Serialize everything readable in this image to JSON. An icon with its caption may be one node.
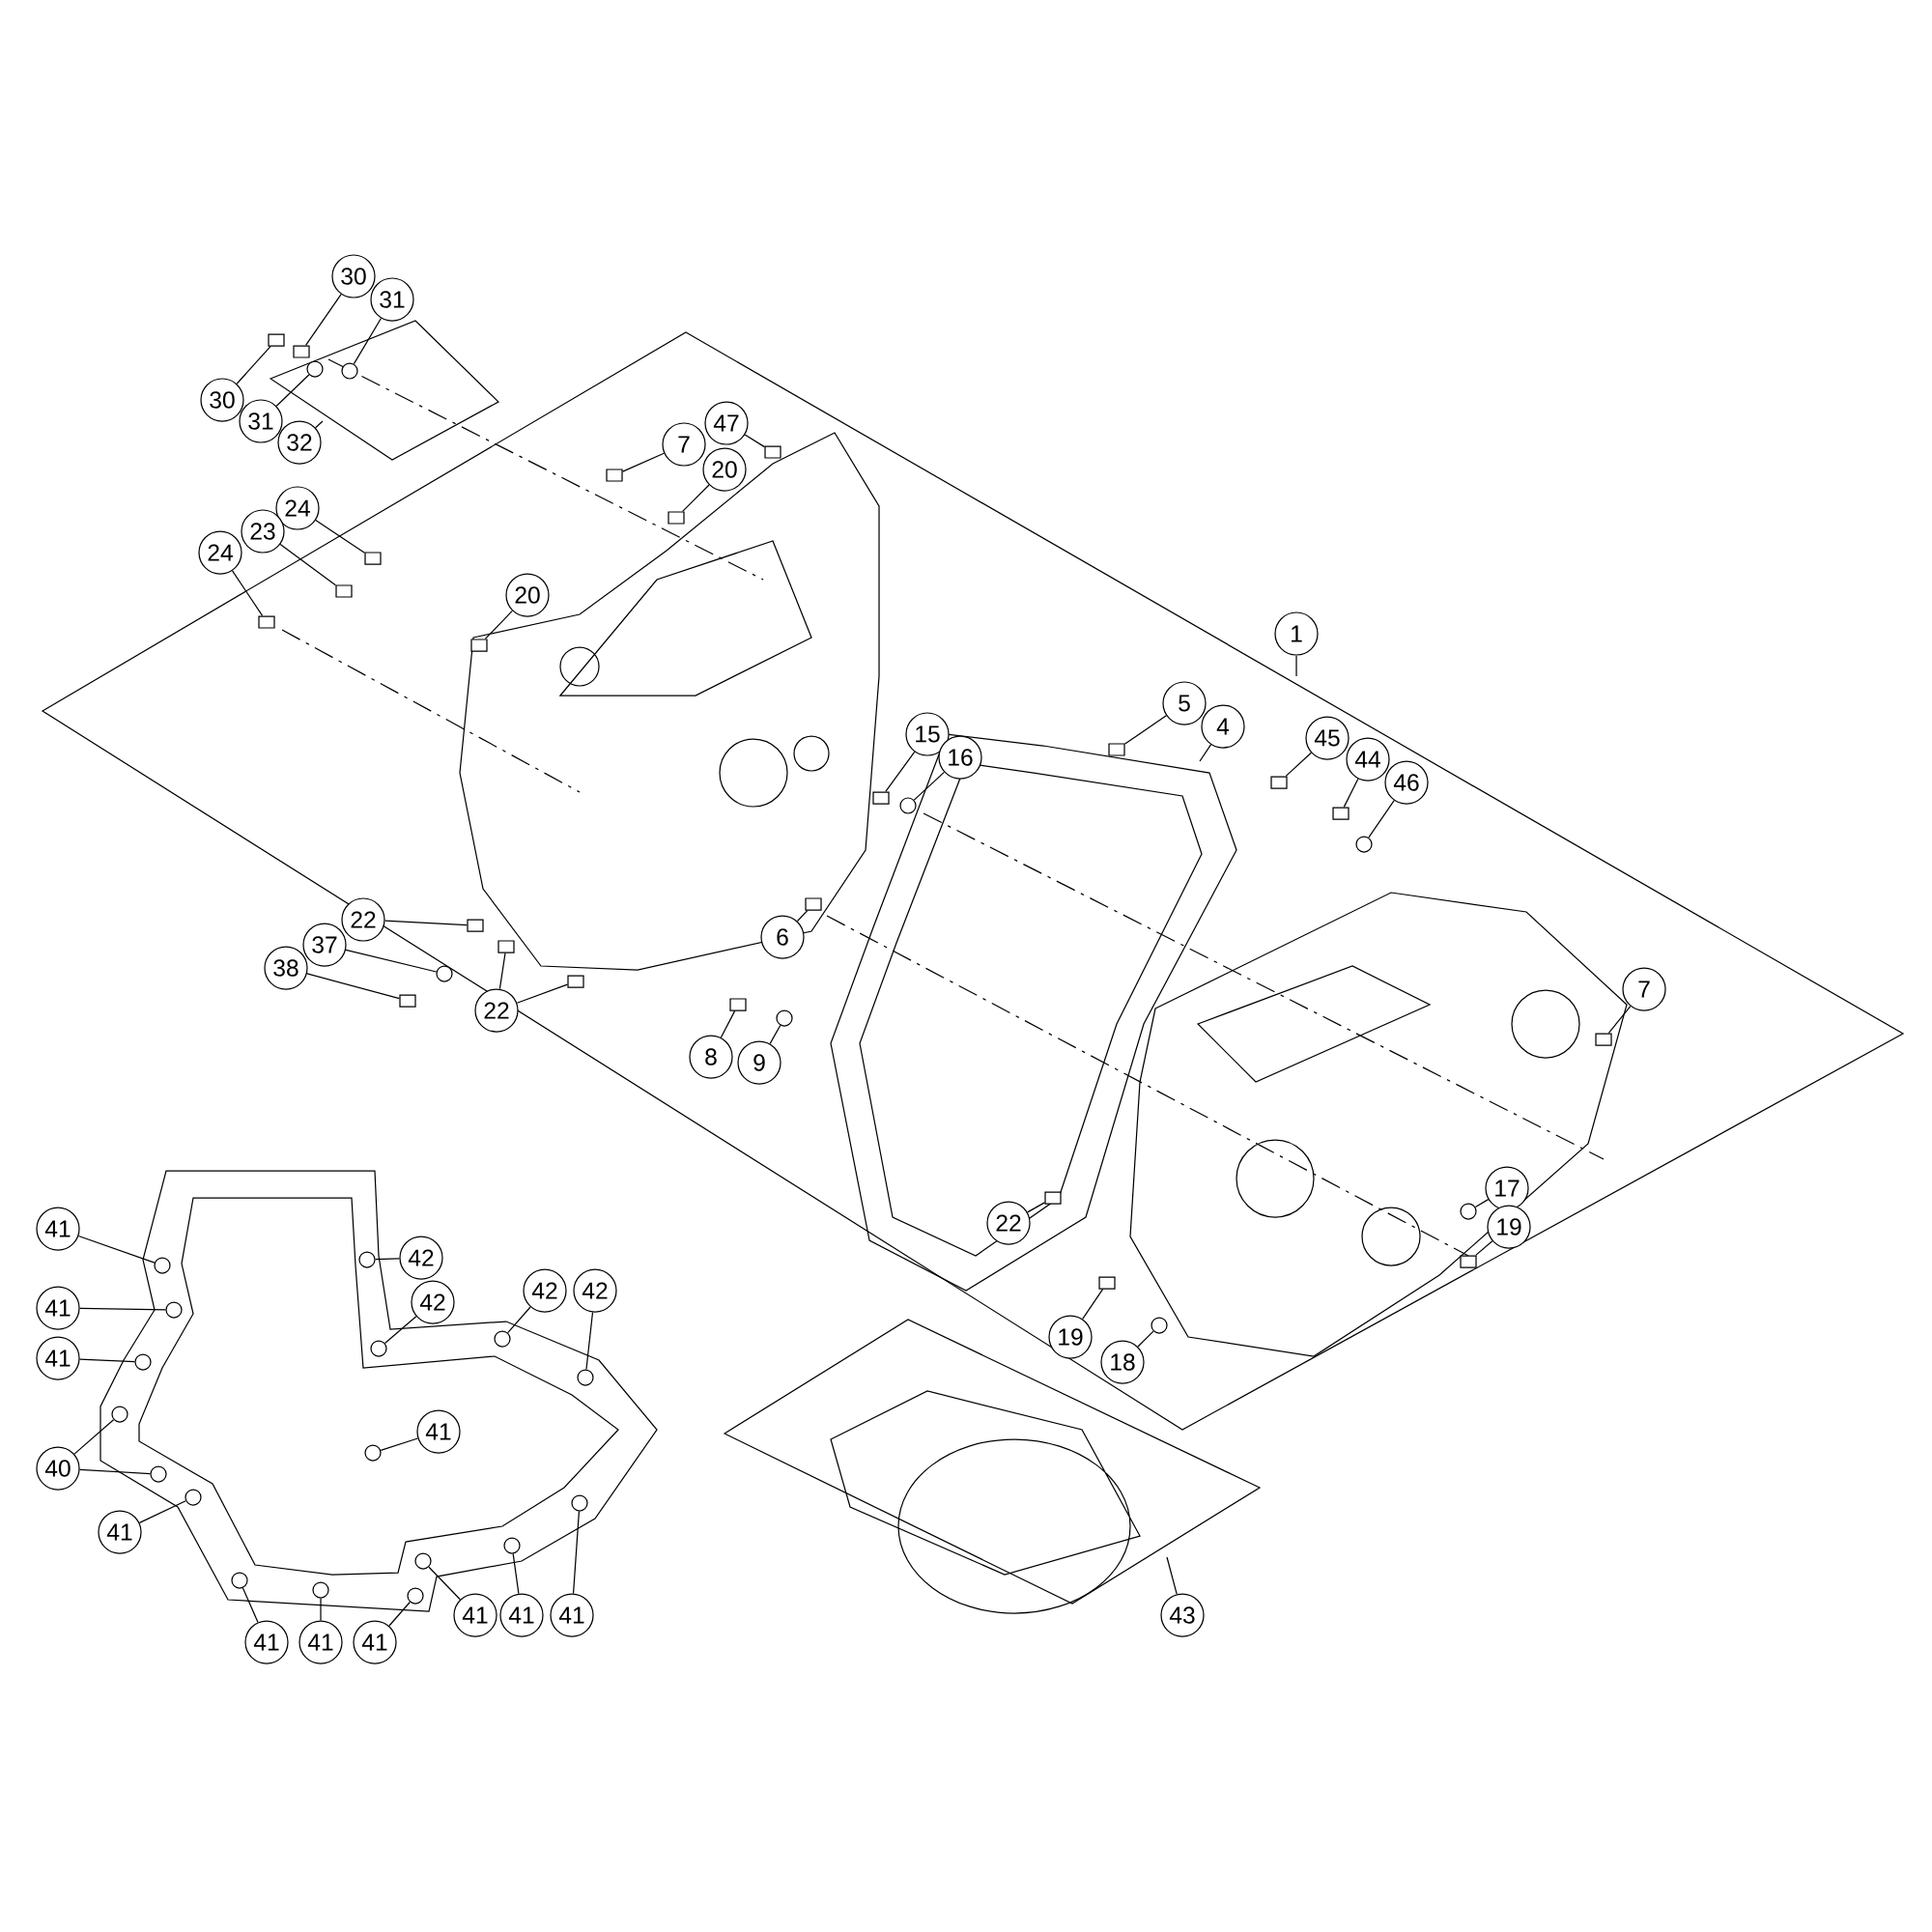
{
  "diagram": {
    "nodes": [
      {
        "text": [
          "30"
        ]
      },
      {
        "text": [
          "31"
        ]
      },
      {
        "text": [
          "30"
        ]
      },
      {
        "text": [
          "31"
        ]
      },
      {
        "text": [
          "32"
        ]
      },
      {
        "text": [
          "47"
        ]
      },
      {
        "text": [
          "7"
        ]
      },
      {
        "text": [
          "20"
        ]
      },
      {
        "text": [
          "24"
        ]
      },
      {
        "text": [
          "23"
        ]
      },
      {
        "text": [
          "24"
        ]
      },
      {
        "text": [
          "20"
        ]
      },
      {
        "text": [
          "1"
        ]
      },
      {
        "text": [
          "5"
        ]
      },
      {
        "text": [
          "4"
        ]
      },
      {
        "text": [
          "15"
        ]
      },
      {
        "text": [
          "45"
        ]
      },
      {
        "text": [
          "16"
        ]
      },
      {
        "text": [
          "44"
        ]
      },
      {
        "text": [
          "46"
        ]
      },
      {
        "text": [
          "22"
        ]
      },
      {
        "text": [
          "6"
        ]
      },
      {
        "text": [
          "37"
        ]
      },
      {
        "text": [
          "38"
        ]
      },
      {
        "text": [
          "22"
        ]
      },
      {
        "text": [
          "7"
        ]
      },
      {
        "text": [
          "8"
        ]
      },
      {
        "text": [
          "9"
        ]
      },
      {
        "text": [
          "17"
        ]
      },
      {
        "text": [
          "41"
        ]
      },
      {
        "text": [
          "42"
        ]
      },
      {
        "text": [
          "22"
        ]
      },
      {
        "text": [
          "19"
        ]
      },
      {
        "text": [
          "42"
        ]
      },
      {
        "text": [
          "42"
        ]
      },
      {
        "text": [
          "42"
        ]
      },
      {
        "text": [
          "41"
        ]
      },
      {
        "text": [
          "19"
        ]
      },
      {
        "text": [
          "41"
        ]
      },
      {
        "text": [
          "18"
        ]
      },
      {
        "text": [
          "41"
        ]
      },
      {
        "text": [
          "40"
        ]
      },
      {
        "text": [
          "41"
        ]
      },
      {
        "text": [
          "41"
        ]
      },
      {
        "text": [
          "41"
        ]
      },
      {
        "text": [
          "41"
        ]
      },
      {
        "text": [
          "43"
        ]
      },
      {
        "text": [
          "41"
        ]
      },
      {
        "text": [
          "41"
        ]
      },
      {
        "text": [
          "41"
        ]
      },
      {
        "text": [],
        "shape": "box"
      },
      {
        "text": [],
        "shape": "circle"
      },
      {
        "text": [],
        "shape": "box"
      },
      {
        "text": [],
        "shape": "circle"
      },
      {
        "text": [],
        "shape": "box"
      },
      {
        "text": [],
        "shape": "box"
      },
      {
        "text": [],
        "shape": "box"
      },
      {
        "text": [],
        "shape": "box"
      },
      {
        "text": [],
        "shape": "box"
      },
      {
        "text": [],
        "shape": "box"
      },
      {
        "text": [],
        "shape": "box"
      },
      {
        "text": [],
        "shape": "box"
      },
      {
        "text": [],
        "shape": "box"
      },
      {
        "text": [],
        "shape": "box"
      },
      {
        "text": [],
        "shape": "circle"
      },
      {
        "text": [],
        "shape": "box"
      },
      {
        "text": [],
        "shape": "circle"
      },
      {
        "text": [],
        "shape": "box"
      },
      {
        "text": [],
        "shape": "box"
      },
      {
        "text": [],
        "shape": "circle"
      },
      {
        "text": [],
        "shape": "box"
      },
      {
        "text": [],
        "shape": "box"
      },
      {
        "text": [],
        "shape": "box"
      },
      {
        "text": [],
        "shape": "box"
      },
      {
        "text": [],
        "shape": "box"
      },
      {
        "text": [],
        "shape": "circle"
      },
      {
        "text": [],
        "shape": "circle"
      },
      {
        "text": [],
        "shape": "circle"
      },
      {
        "text": [],
        "shape": "circle"
      },
      {
        "text": [],
        "shape": "box"
      },
      {
        "text": [],
        "shape": "box"
      },
      {
        "text": [],
        "shape": "circle"
      },
      {
        "text": [],
        "shape": "circle"
      },
      {
        "text": [],
        "shape": "circle"
      },
      {
        "text": [],
        "shape": "circle"
      },
      {
        "text": [],
        "shape": "box"
      },
      {
        "text": [],
        "shape": "circle"
      },
      {
        "text": [],
        "shape": "circle"
      },
      {
        "text": [],
        "shape": "circle"
      },
      {
        "text": [],
        "shape": "circle"
      },
      {
        "text": [],
        "shape": "circle"
      },
      {
        "text": [],
        "shape": "circle"
      },
      {
        "text": [],
        "shape": "circle"
      },
      {
        "text": [],
        "shape": "circle"
      },
      {
        "text": [],
        "shape": "circle"
      },
      {
        "text": [],
        "shape": "circle"
      },
      {
        "text": [],
        "shape": "circle"
      },
      {
        "text": [],
        "shape": "circle"
      }
    ],
    "edges": [
      {
        "from": 0,
        "to": 50,
        "arrow": "none"
      },
      {
        "from": 1,
        "to": 51,
        "arrow": "none"
      },
      {
        "from": 2,
        "to": 52,
        "arrow": "none"
      },
      {
        "from": 3,
        "to": 53,
        "arrow": "none"
      },
      {
        "from": 4,
        "to": null,
        "arrow": "none"
      },
      {
        "from": 5,
        "to": 54,
        "arrow": "none"
      },
      {
        "from": 6,
        "to": 55,
        "arrow": "none"
      },
      {
        "from": 7,
        "to": 56,
        "arrow": "none"
      },
      {
        "from": 8,
        "to": 57,
        "arrow": "none"
      },
      {
        "from": 9,
        "to": 58,
        "arrow": "none"
      },
      {
        "from": 10,
        "to": 59,
        "arrow": "none"
      },
      {
        "from": 11,
        "to": 60,
        "arrow": "none"
      },
      {
        "from": 12,
        "to": null,
        "arrow": "none"
      },
      {
        "from": 13,
        "to": 61,
        "arrow": "none"
      },
      {
        "from": 14,
        "to": null,
        "arrow": "none"
      },
      {
        "from": 15,
        "to": 62,
        "arrow": "none"
      },
      {
        "from": 16,
        "to": 63,
        "arrow": "none"
      },
      {
        "from": 17,
        "to": 64,
        "arrow": "none"
      },
      {
        "from": 18,
        "to": 65,
        "arrow": "none"
      },
      {
        "from": 19,
        "to": 66,
        "arrow": "none"
      },
      {
        "from": 20,
        "to": 67,
        "arrow": "none"
      },
      {
        "from": 21,
        "to": 68,
        "arrow": "none"
      },
      {
        "from": 22,
        "to": 69,
        "arrow": "none"
      },
      {
        "from": 23,
        "to": 70,
        "arrow": "none"
      },
      {
        "from": 24,
        "to": 71,
        "arrow": "none"
      },
      {
        "from": 24,
        "to": 72,
        "arrow": "none"
      },
      {
        "from": 25,
        "to": 73,
        "arrow": "none"
      },
      {
        "from": 26,
        "to": 74,
        "arrow": "none"
      },
      {
        "from": 27,
        "to": 75,
        "arrow": "none"
      },
      {
        "from": 28,
        "to": 76,
        "arrow": "none"
      },
      {
        "from": 29,
        "to": 77,
        "arrow": "none"
      },
      {
        "from": 30,
        "to": 78,
        "arrow": "none"
      },
      {
        "from": 31,
        "to": 79,
        "arrow": "none"
      },
      {
        "from": 32,
        "to": 80,
        "arrow": "none"
      },
      {
        "from": 33,
        "to": 81,
        "arrow": "none"
      },
      {
        "from": 34,
        "to": 82,
        "arrow": "none"
      },
      {
        "from": 35,
        "to": 83,
        "arrow": "none"
      },
      {
        "from": 36,
        "to": 84,
        "arrow": "none"
      },
      {
        "from": 37,
        "to": 85,
        "arrow": "none"
      },
      {
        "from": 38,
        "to": 86,
        "arrow": "none"
      },
      {
        "from": 39,
        "to": 87,
        "arrow": "none"
      },
      {
        "from": 40,
        "to": 88,
        "arrow": "none"
      },
      {
        "from": 41,
        "to": 89,
        "arrow": "none"
      },
      {
        "from": 41,
        "to": 90,
        "arrow": "none"
      },
      {
        "from": 42,
        "to": 91,
        "arrow": "none"
      },
      {
        "from": 43,
        "to": 92,
        "arrow": "none"
      },
      {
        "from": 44,
        "to": 93,
        "arrow": "none"
      },
      {
        "from": 45,
        "to": 94,
        "arrow": "none"
      },
      {
        "from": 46,
        "to": null,
        "arrow": "none"
      },
      {
        "from": 47,
        "to": 95,
        "arrow": "none"
      },
      {
        "from": 48,
        "to": 96,
        "arrow": "none"
      },
      {
        "from": 49,
        "to": 97,
        "arrow": "none"
      }
    ]
  }
}
